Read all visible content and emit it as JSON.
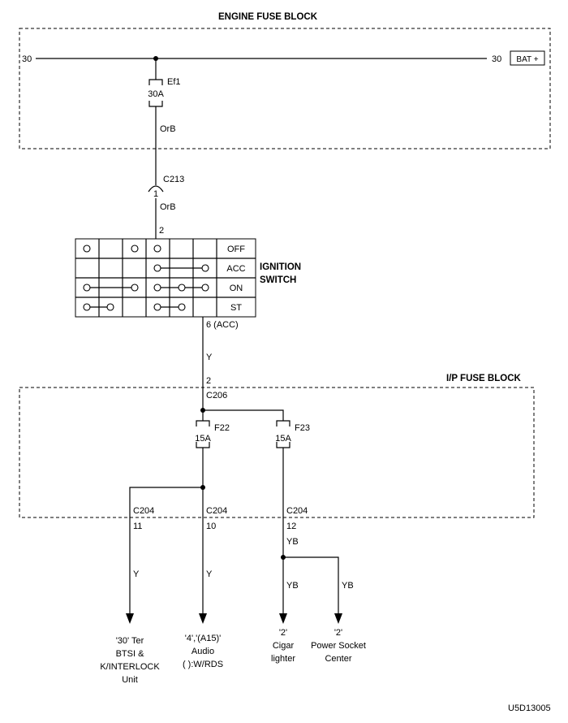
{
  "engine_fuse_block": {
    "title": "ENGINE FUSE BLOCK",
    "terminal_left": "30",
    "terminal_right": "30",
    "battery_label": "BAT +",
    "fuse_name": "Ef1",
    "fuse_rating": "30A",
    "wire_color": "OrB"
  },
  "connector_c213": {
    "name": "C213",
    "pin": "1",
    "wire_color": "OrB"
  },
  "ignition_switch": {
    "title_line1": "IGNITION",
    "title_line2": "SWITCH",
    "input_pin": "2",
    "positions": [
      "OFF",
      "ACC",
      "ON",
      "ST"
    ],
    "output_pin": "6 (ACC)",
    "output_wire_color": "Y"
  },
  "ip_fuse_block": {
    "title": "I/P FUSE BLOCK",
    "input_pin": "2",
    "input_connector": "C206",
    "fuses": [
      {
        "name": "F22",
        "rating": "15A"
      },
      {
        "name": "F23",
        "rating": "15A"
      }
    ]
  },
  "outputs": [
    {
      "connector": "C204",
      "pin": "11",
      "wire_color": "Y",
      "dest_lines": [
        "'30' Ter",
        "BTSI &",
        "K/INTERLOCK",
        "Unit"
      ]
    },
    {
      "connector": "C204",
      "pin": "10",
      "wire_color": "Y",
      "dest_lines": [
        "'4','(A15)'",
        "Audio",
        "(  ):W/RDS"
      ]
    },
    {
      "connector": "C204",
      "pin": "12",
      "wire_color": "YB",
      "branches": [
        {
          "wire_color": "YB",
          "dest_lines": [
            "'2'",
            "Cigar",
            "lighter"
          ]
        },
        {
          "wire_color": "YB",
          "dest_lines": [
            "'2'",
            "Power Socket",
            "Center"
          ]
        }
      ]
    }
  ],
  "footer_code": "U5D13005"
}
